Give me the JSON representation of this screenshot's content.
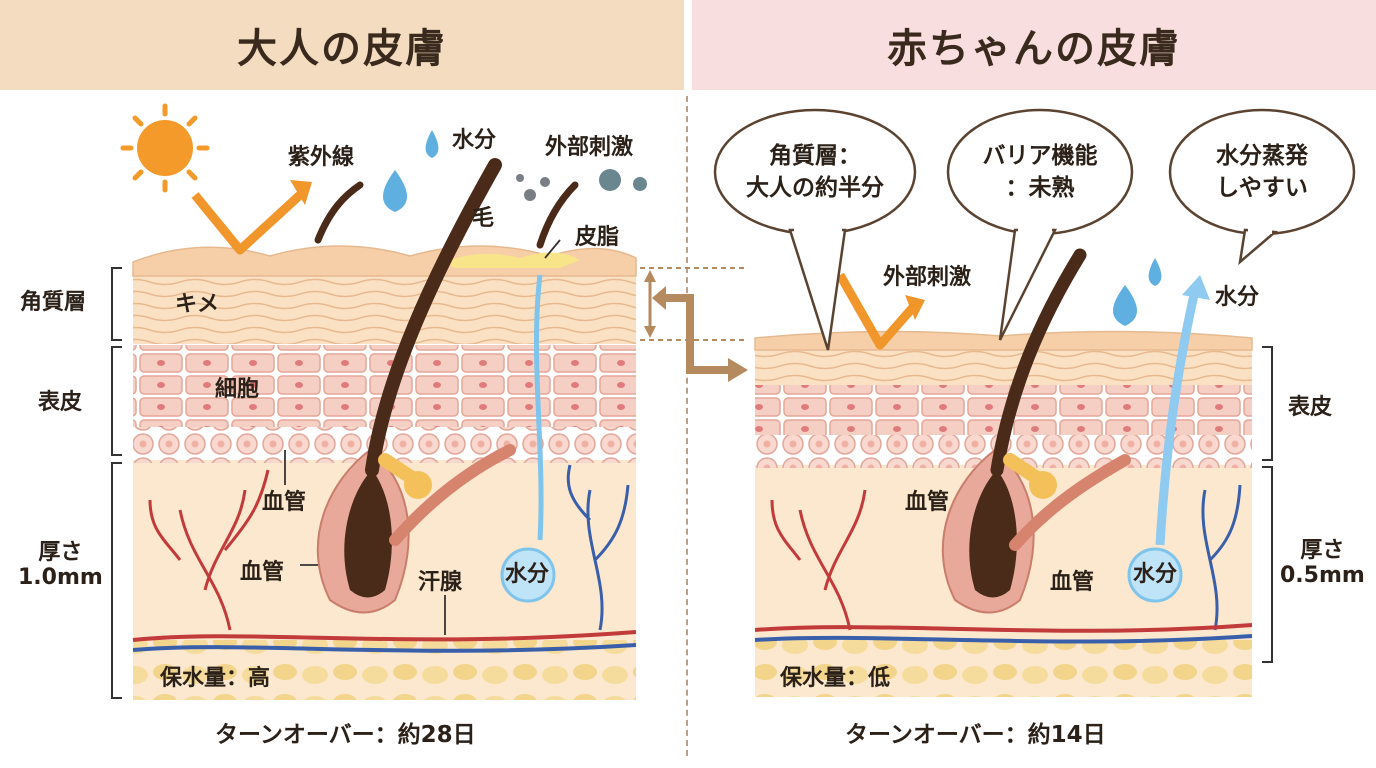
{
  "adult": {
    "title": "大人の皮膚",
    "side_labels": {
      "stratum_corneum": "角質層",
      "epidermis": "表皮",
      "thickness_line1": "厚さ",
      "thickness_line2": "1.0mm"
    },
    "labels": {
      "uv": "紫外線",
      "moisture": "水分",
      "external_stimulus": "外部刺激",
      "hair": "毛",
      "sebum": "皮脂",
      "texture": "キメ",
      "cells": "細胞",
      "blood_vessel_1": "血管",
      "blood_vessel_2": "血管",
      "sweat_gland": "汗腺",
      "gland_moisture": "水分",
      "water_retention": "保水量：高"
    },
    "turnover": "ターンオーバー：約28日"
  },
  "baby": {
    "title": "赤ちゃんの皮膚",
    "bubbles": [
      {
        "line1": "角質層：",
        "line2": "大人の約半分"
      },
      {
        "line1": "バリア機能",
        "line2": "：未熟"
      },
      {
        "line1": "水分蒸発",
        "line2": "しやすい"
      }
    ],
    "side_labels": {
      "epidermis": "表皮",
      "thickness_line1": "厚さ",
      "thickness_line2": "0.5mm"
    },
    "labels": {
      "external_stimulus": "外部刺激",
      "moisture": "水分",
      "blood_vessel_1": "血管",
      "blood_vessel_2": "血管",
      "gland_moisture": "水分",
      "water_retention": "保水量：低"
    },
    "turnover": "ターンオーバー：約14日"
  },
  "colors": {
    "adult_header": "#f3dcc0",
    "baby_header": "#f8dede",
    "arrow": "#f0962a",
    "water": "#5fb0e0",
    "hair": "#4a2a18",
    "vein": "#3a5faa",
    "artery": "#c23a3a"
  }
}
